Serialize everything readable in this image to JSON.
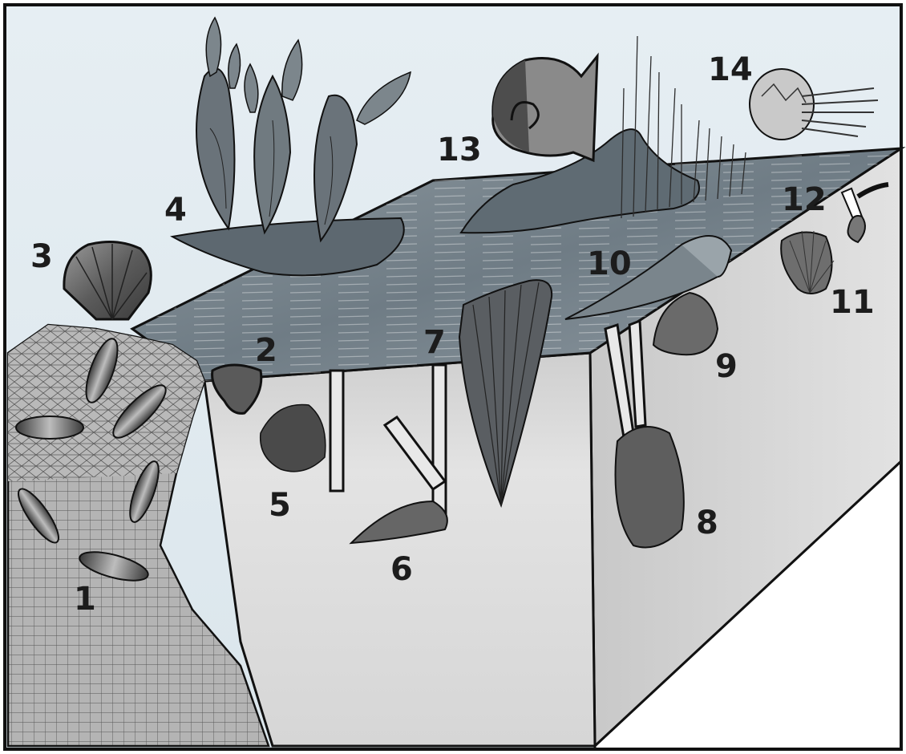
{
  "diagram": {
    "labels": [
      {
        "id": "label-1",
        "text": "1"
      },
      {
        "id": "label-2",
        "text": "2"
      },
      {
        "id": "label-3",
        "text": "3"
      },
      {
        "id": "label-4",
        "text": "4"
      },
      {
        "id": "label-5",
        "text": "5"
      },
      {
        "id": "label-6",
        "text": "6"
      },
      {
        "id": "label-7",
        "text": "7"
      },
      {
        "id": "label-8",
        "text": "8"
      },
      {
        "id": "label-9",
        "text": "9"
      },
      {
        "id": "label-10",
        "text": "10"
      },
      {
        "id": "label-11",
        "text": "11"
      },
      {
        "id": "label-12",
        "text": "12"
      },
      {
        "id": "label-13",
        "text": "13"
      },
      {
        "id": "label-14",
        "text": "14"
      }
    ]
  },
  "colors": {
    "water": "#dfe9ef",
    "seafloor_top": "#7d8a93",
    "sediment_front": "#dcdcdc",
    "sediment_side": "#d2d2d2",
    "shell_dark": "#4f4f4f",
    "outline": "#111111"
  }
}
